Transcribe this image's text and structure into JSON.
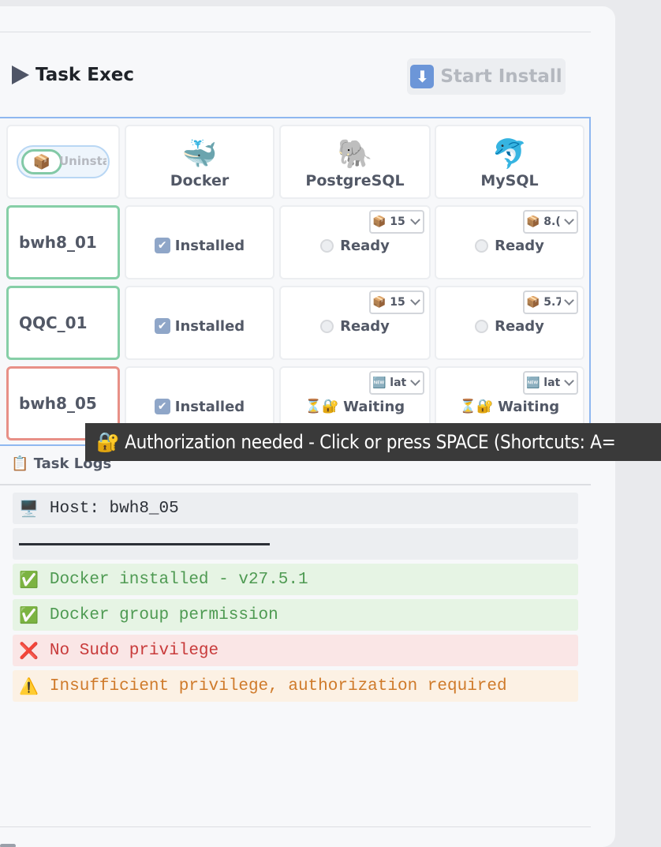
{
  "header": {
    "title": "Task Exec",
    "start_label": "Start Install",
    "start_icon": "⬇"
  },
  "toggle": {
    "label": "Uninstal",
    "icon": "📦"
  },
  "columns": [
    {
      "name": "Docker",
      "icon": "🐳"
    },
    {
      "name": "PostgreSQL",
      "icon": "🐘"
    },
    {
      "name": "MySQL",
      "icon": "🐬"
    }
  ],
  "rows": [
    {
      "host": "bwh8_01",
      "status": "ok",
      "docker": "Installed",
      "postgres": {
        "version": "📦 15",
        "status": "Ready"
      },
      "mysql": {
        "version": "📦 8.(",
        "status": "Ready"
      }
    },
    {
      "host": "QQC_01",
      "status": "ok",
      "docker": "Installed",
      "postgres": {
        "version": "📦 15",
        "status": "Ready"
      },
      "mysql": {
        "version": "📦 5.7",
        "status": "Ready"
      }
    },
    {
      "host": "bwh8_05",
      "status": "bad",
      "docker": "Installed",
      "postgres": {
        "version": "🆕 lat",
        "status": "Waiting"
      },
      "mysql": {
        "version": "🆕 lat",
        "status": "Waiting"
      }
    }
  ],
  "tooltip": "🔐 Authorization needed - Click or press SPACE (Shortcuts: A=",
  "logs": {
    "title": "Task Logs",
    "entries": [
      {
        "kind": "plain",
        "icon": "🖥️",
        "text": "Host: bwh8_05"
      },
      {
        "kind": "sep",
        "icon": "",
        "text": ""
      },
      {
        "kind": "ok",
        "icon": "✅",
        "text": "Docker installed - v27.5.1"
      },
      {
        "kind": "ok",
        "icon": "✅",
        "text": "Docker group permission"
      },
      {
        "kind": "err",
        "icon": "❌",
        "text": "No Sudo privilege"
      },
      {
        "kind": "warn",
        "icon": "⚠️",
        "text": "Insufficient privilege, authorization required"
      }
    ]
  },
  "colors": {
    "accent": "#8fb8f0",
    "ok_border": "#86cfa7",
    "bad_border": "#e89087"
  }
}
